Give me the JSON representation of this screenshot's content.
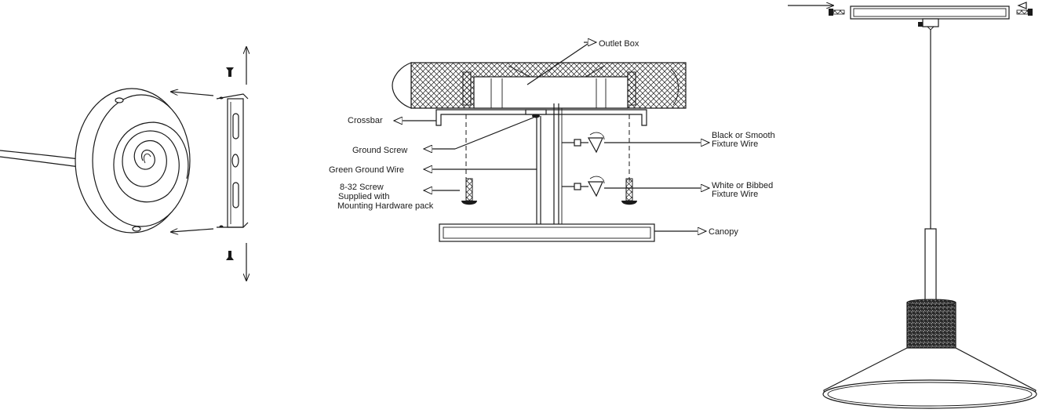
{
  "diagram": {
    "labels": {
      "outlet_box": "Outlet Box",
      "crossbar": "Crossbar",
      "ground_screw": "Ground Screw",
      "green_ground_wire": "Green Ground Wire",
      "screw_line1": "8-32 Screw",
      "screw_line2": "Supplied with",
      "screw_line3": "Mounting Hardware pack",
      "black_wire_line1": "Black or Smooth",
      "black_wire_line2": "Fixture Wire",
      "white_wire_line1": "White or Bibbed",
      "white_wire_line2": "Fixture Wire",
      "canopy": "Canopy"
    }
  }
}
